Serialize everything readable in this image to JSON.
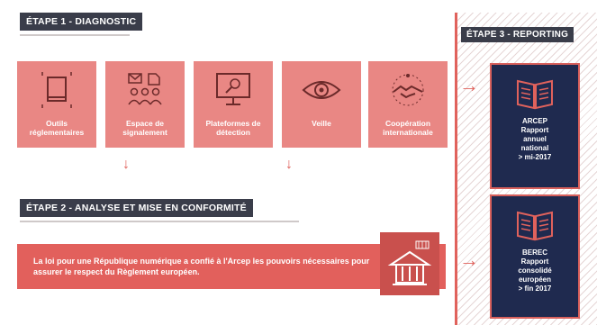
{
  "step1": {
    "title": "ÉTAPE 1 - DIAGNOSTIC",
    "tiles": [
      {
        "label": "Outils réglementaires",
        "icon": "book-icon"
      },
      {
        "label": "Espace de signalement",
        "icon": "people-envelope-icon"
      },
      {
        "label": "Plateformes de détection",
        "icon": "monitor-magnifier-icon"
      },
      {
        "label": "Veille",
        "icon": "eye-icon"
      },
      {
        "label": "Coopération internationale",
        "icon": "handshake-icon"
      }
    ]
  },
  "step2": {
    "title": "ÉTAPE 2 - ANALYSE ET MISE EN CONFORMITÉ",
    "text": "La loi pour une République numérique a confié à l'Arcep les pouvoirs nécessaires pour assurer le respect du Règlement européen."
  },
  "step3": {
    "title": "ÉTAPE 3 - REPORTING",
    "reports": [
      {
        "org": "ARCEP",
        "line1": "Rapport",
        "line2": "annuel",
        "line3": "national",
        "date": "> mi-2017"
      },
      {
        "org": "BEREC",
        "line1": "Rapport",
        "line2": "consolidé",
        "line3": "européen",
        "date": "> fin 2017"
      }
    ]
  },
  "colors": {
    "tile": "#e98784",
    "banner": "#e2605c",
    "accent_red": "#e0625c",
    "navy": "#1f2a4f",
    "label_dark": "#3a3d4a"
  }
}
